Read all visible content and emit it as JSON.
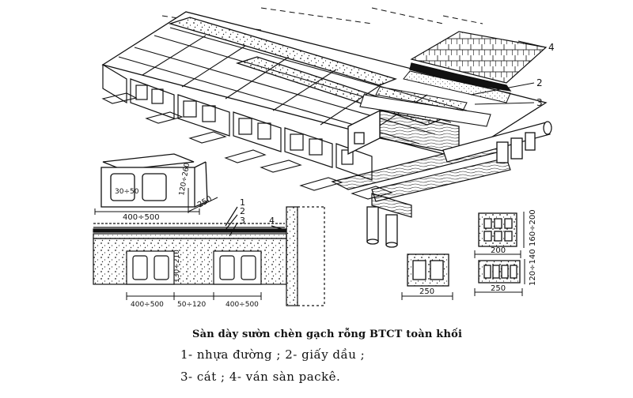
{
  "caption": {
    "title": "Sàn dày sườn chèn gạch rỗng BTCT toàn khối",
    "line1": "1-  nhựa đường  ;  2-  giấy dầu  ;",
    "line2": "3-  cát  ; 4-  ván sàn packê."
  },
  "callouts": {
    "top_1": "4",
    "top_2": "2",
    "top_3": "3",
    "sec_1": "1",
    "sec_2": "2",
    "sec_3": "3",
    "sec_4": "4"
  },
  "dimensions": {
    "block_height": "120÷260",
    "block_wall": "30÷50",
    "block_width": "400÷500",
    "block_depth": "250",
    "section_rib_height": "130÷210",
    "section_span_left": "400÷500",
    "section_rib_width": "50÷120",
    "section_span_right": "400÷500",
    "brick_a_height": "160÷200",
    "brick_a_width": "200",
    "brick_b_height": "120÷140",
    "brick_b_width": "250",
    "brick_c_width": "250"
  }
}
